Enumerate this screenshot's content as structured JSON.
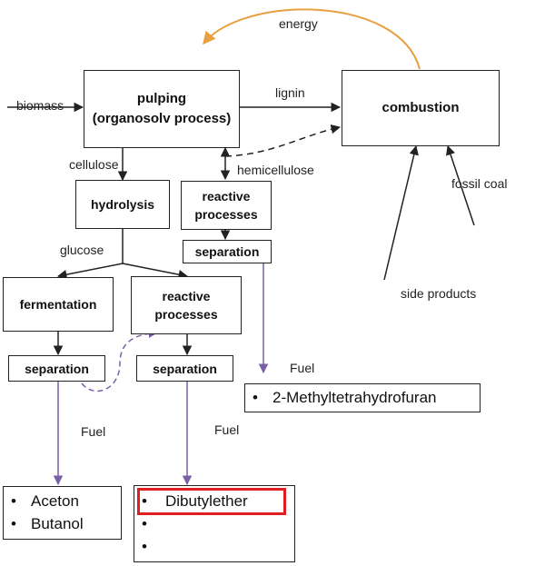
{
  "nodes": {
    "pulping": {
      "line1": "pulping",
      "line2": "(organosolv process)"
    },
    "combustion": "combustion",
    "hydrolysis": "hydrolysis",
    "reactive_top": {
      "line1": "reactive",
      "line2": "processes"
    },
    "separation_top": "separation",
    "fermentation": "fermentation",
    "reactive_bottom": {
      "line1": "reactive",
      "line2": "processes"
    },
    "separation_left": "separation",
    "separation_right": "separation"
  },
  "edge_labels": {
    "energy": "energy",
    "biomass": "biomass",
    "lignin": "lignin",
    "cellulose": "cellulose",
    "hemicellulose": "hemicellulose",
    "glucose": "glucose",
    "fossil_coal": "fossil coal",
    "side_products": "side products",
    "fuel_top": "Fuel",
    "fuel_left": "Fuel",
    "fuel_right": "Fuel"
  },
  "products": {
    "mthf": [
      "2-Methyltetrahydrofuran"
    ],
    "abe": [
      "Aceton",
      "Butanol"
    ],
    "ethers": [
      "Dibutylether",
      "",
      ""
    ]
  },
  "bullet": "•",
  "colors": {
    "energy_arrow": "#e8a040",
    "product_arrow": "#7a5fa6",
    "highlight": "#e02020"
  }
}
